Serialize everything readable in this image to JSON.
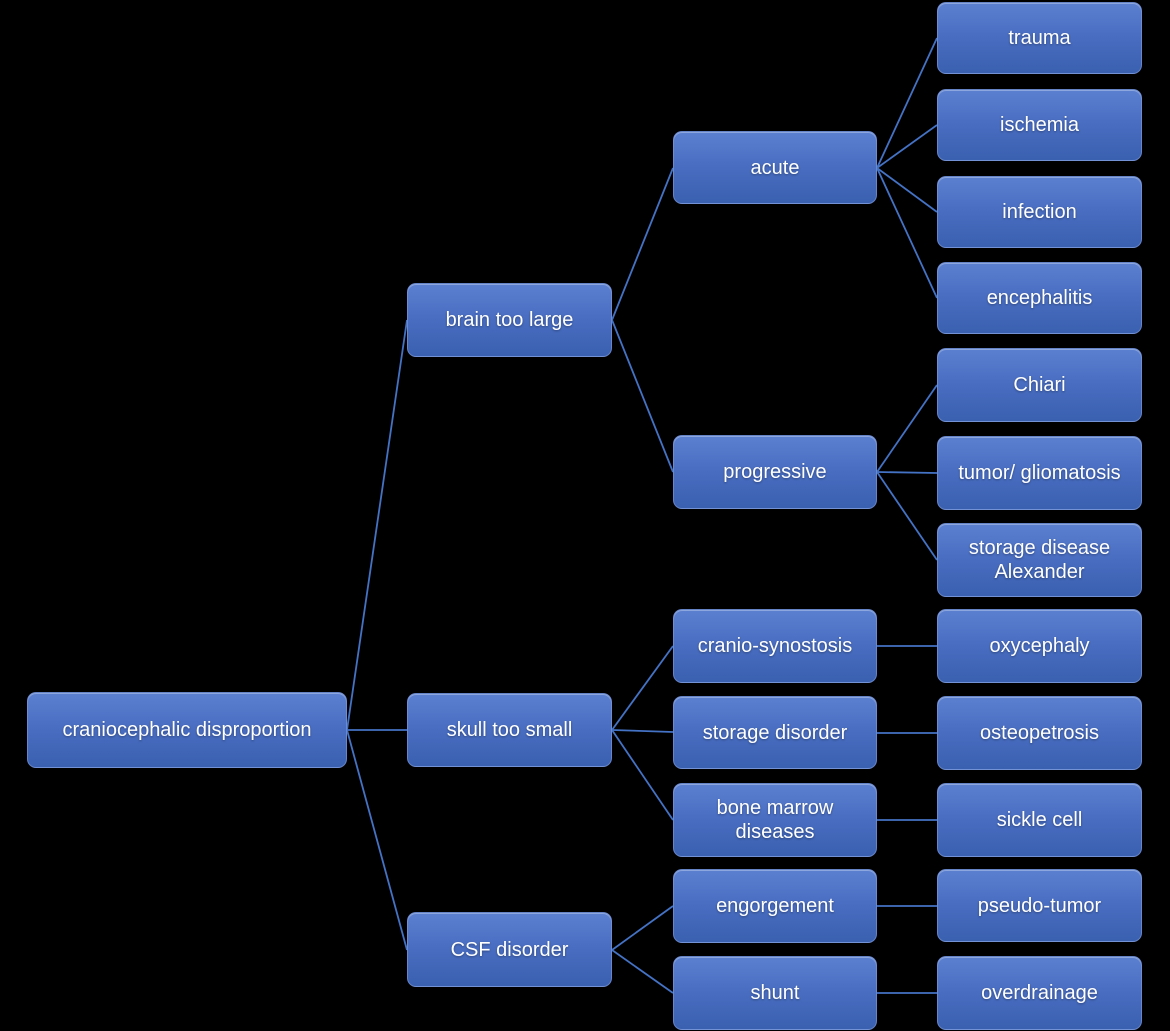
{
  "diagram": {
    "type": "hierarchy-tree",
    "orientation": "left-to-right",
    "style": {
      "background": "#000000",
      "node_fill_top": "#5c80d0",
      "node_fill_bottom": "#3a60b0",
      "node_border": "#86a0db",
      "node_text_color": "#ffffff",
      "connector_color": "#4472c4"
    },
    "tree": {
      "root": {
        "label": "craniocephalic disproportion",
        "children": [
          {
            "label": "brain too large",
            "children": [
              {
                "label": "acute",
                "children": [
                  {
                    "label": "trauma"
                  },
                  {
                    "label": "ischemia"
                  },
                  {
                    "label": "infection"
                  },
                  {
                    "label": "encephalitis"
                  }
                ]
              },
              {
                "label": "progressive",
                "children": [
                  {
                    "label": "Chiari"
                  },
                  {
                    "label": "tumor/ gliomatosis"
                  },
                  {
                    "label": "storage disease Alexander"
                  }
                ]
              }
            ]
          },
          {
            "label": "skull too small",
            "children": [
              {
                "label": "cranio-synostosis",
                "children": [
                  {
                    "label": "oxycephaly"
                  }
                ]
              },
              {
                "label": "storage disorder",
                "children": [
                  {
                    "label": "osteopetrosis"
                  }
                ]
              },
              {
                "label": "bone marrow diseases",
                "children": [
                  {
                    "label": "sickle cell"
                  }
                ]
              }
            ]
          },
          {
            "label": "CSF disorder",
            "children": [
              {
                "label": "engorgement",
                "children": [
                  {
                    "label": "pseudo-tumor"
                  }
                ]
              },
              {
                "label": "shunt",
                "children": [
                  {
                    "label": "overdrainage"
                  }
                ]
              }
            ]
          }
        ]
      }
    }
  }
}
